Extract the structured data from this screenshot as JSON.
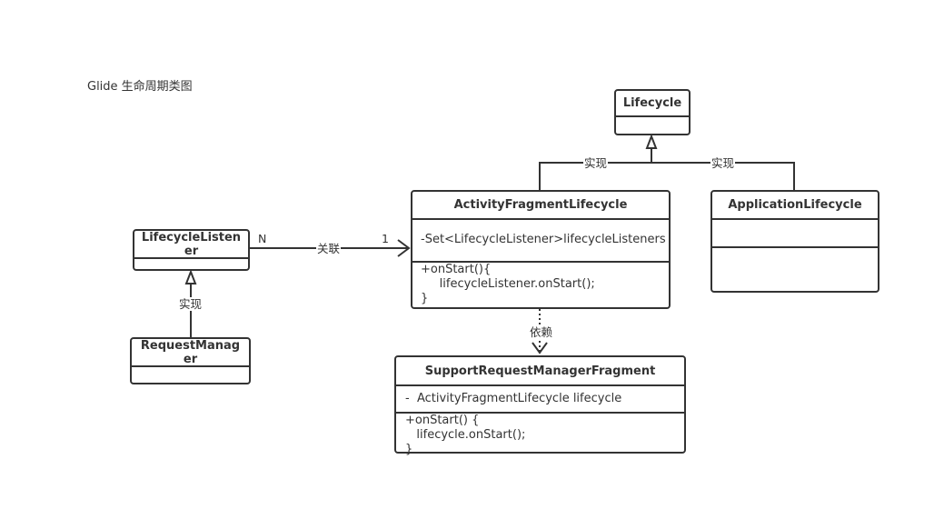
{
  "title": "Glide 生命周期类图",
  "classes": {
    "lifecycle": {
      "name": "Lifecycle"
    },
    "activity": {
      "name": "ActivityFragmentLifecycle",
      "attr": "-Set<LifecycleListener>lifecycleListeners",
      "methods": "+onStart(){\n     lifecycleListener.onStart();\n}"
    },
    "application": {
      "name": "ApplicationLifecycle"
    },
    "listener": {
      "name": "LifecycleListen\ner"
    },
    "request": {
      "name": "RequestManag\ner"
    },
    "support": {
      "name": "SupportRequestManagerFragment",
      "attr": "-  ActivityFragmentLifecycle lifecycle",
      "methods": "+onStart() {\n   lifecycle.onStart();\n}"
    }
  },
  "relations": {
    "realize_label": "实现",
    "assoc_label": "关联",
    "assoc_n": "N",
    "assoc_1": "1",
    "depend_label": "依赖"
  }
}
